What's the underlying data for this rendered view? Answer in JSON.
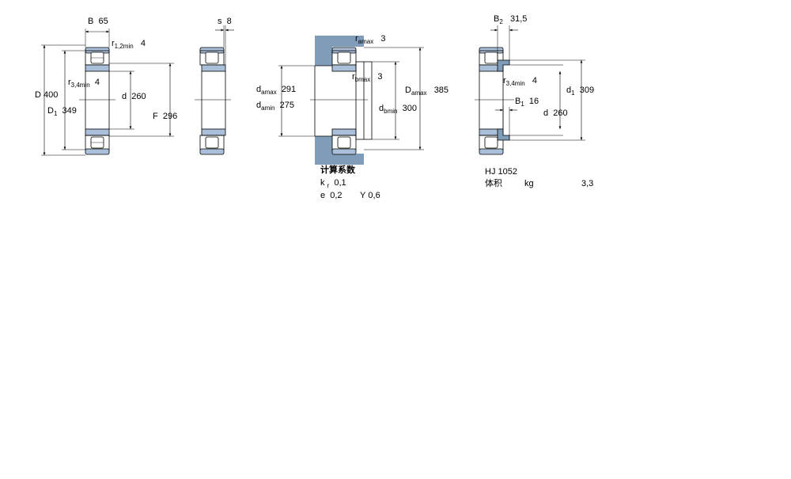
{
  "colors": {
    "steel": "#7f9db9",
    "line": "#000000",
    "ring": "#aac0d8"
  },
  "icons": [
    "bearing-cross-section-icon",
    "roller-icon"
  ],
  "view1": {
    "B_sym": "B",
    "B_val": "65",
    "r12_sym": "r",
    "r12_sub": "1,2min",
    "r12_val": "4",
    "r34_sym": "r",
    "r34_sub": "3,4min",
    "r34_val": "4",
    "D_sym": "D",
    "D_val": "400",
    "D1_sym": "D",
    "D1_sub": "1",
    "D1_val": "349",
    "d_sym": "d",
    "d_val": "260",
    "F_sym": "F",
    "F_val": "296"
  },
  "view2": {
    "s_sym": "s",
    "s_val": "8"
  },
  "view3": {
    "ra_sym": "r",
    "ra_sub": "amax",
    "ra_val": "3",
    "rb_sym": "r",
    "rb_sub": "bmax",
    "rb_val": "3",
    "damax_sym": "d",
    "damax_sub": "amax",
    "damax_val": "291",
    "damin_sym": "d",
    "damin_sub": "amin",
    "damin_val": "275",
    "Damax_sym": "D",
    "Damax_sub": "amax",
    "Damax_val": "385",
    "dbmin_sym": "d",
    "dbmin_sub": "bmin",
    "dbmin_val": "300"
  },
  "calc": {
    "heading": "计算系数",
    "kr_sym": "k",
    "kr_sub": "r",
    "kr_val": "0,1",
    "e_sym": "e",
    "e_val": "0,2",
    "Y_sym": "Y",
    "Y_val": "0,6"
  },
  "view4": {
    "B2_sym": "B",
    "B2_sub": "2",
    "B2_val": "31,5",
    "r34_sym": "r",
    "r34_sub": "3,4min",
    "r34_val": "4",
    "B1_sym": "B",
    "B1_sub": "1",
    "B1_val": "16",
    "d_sym": "d",
    "d_val": "260",
    "d1_sym": "d",
    "d1_sub": "1",
    "d1_val": "309"
  },
  "ring": {
    "designation": "HJ 1052",
    "mass_label": "体积",
    "mass_unit": "kg",
    "mass_val": "3,3"
  }
}
